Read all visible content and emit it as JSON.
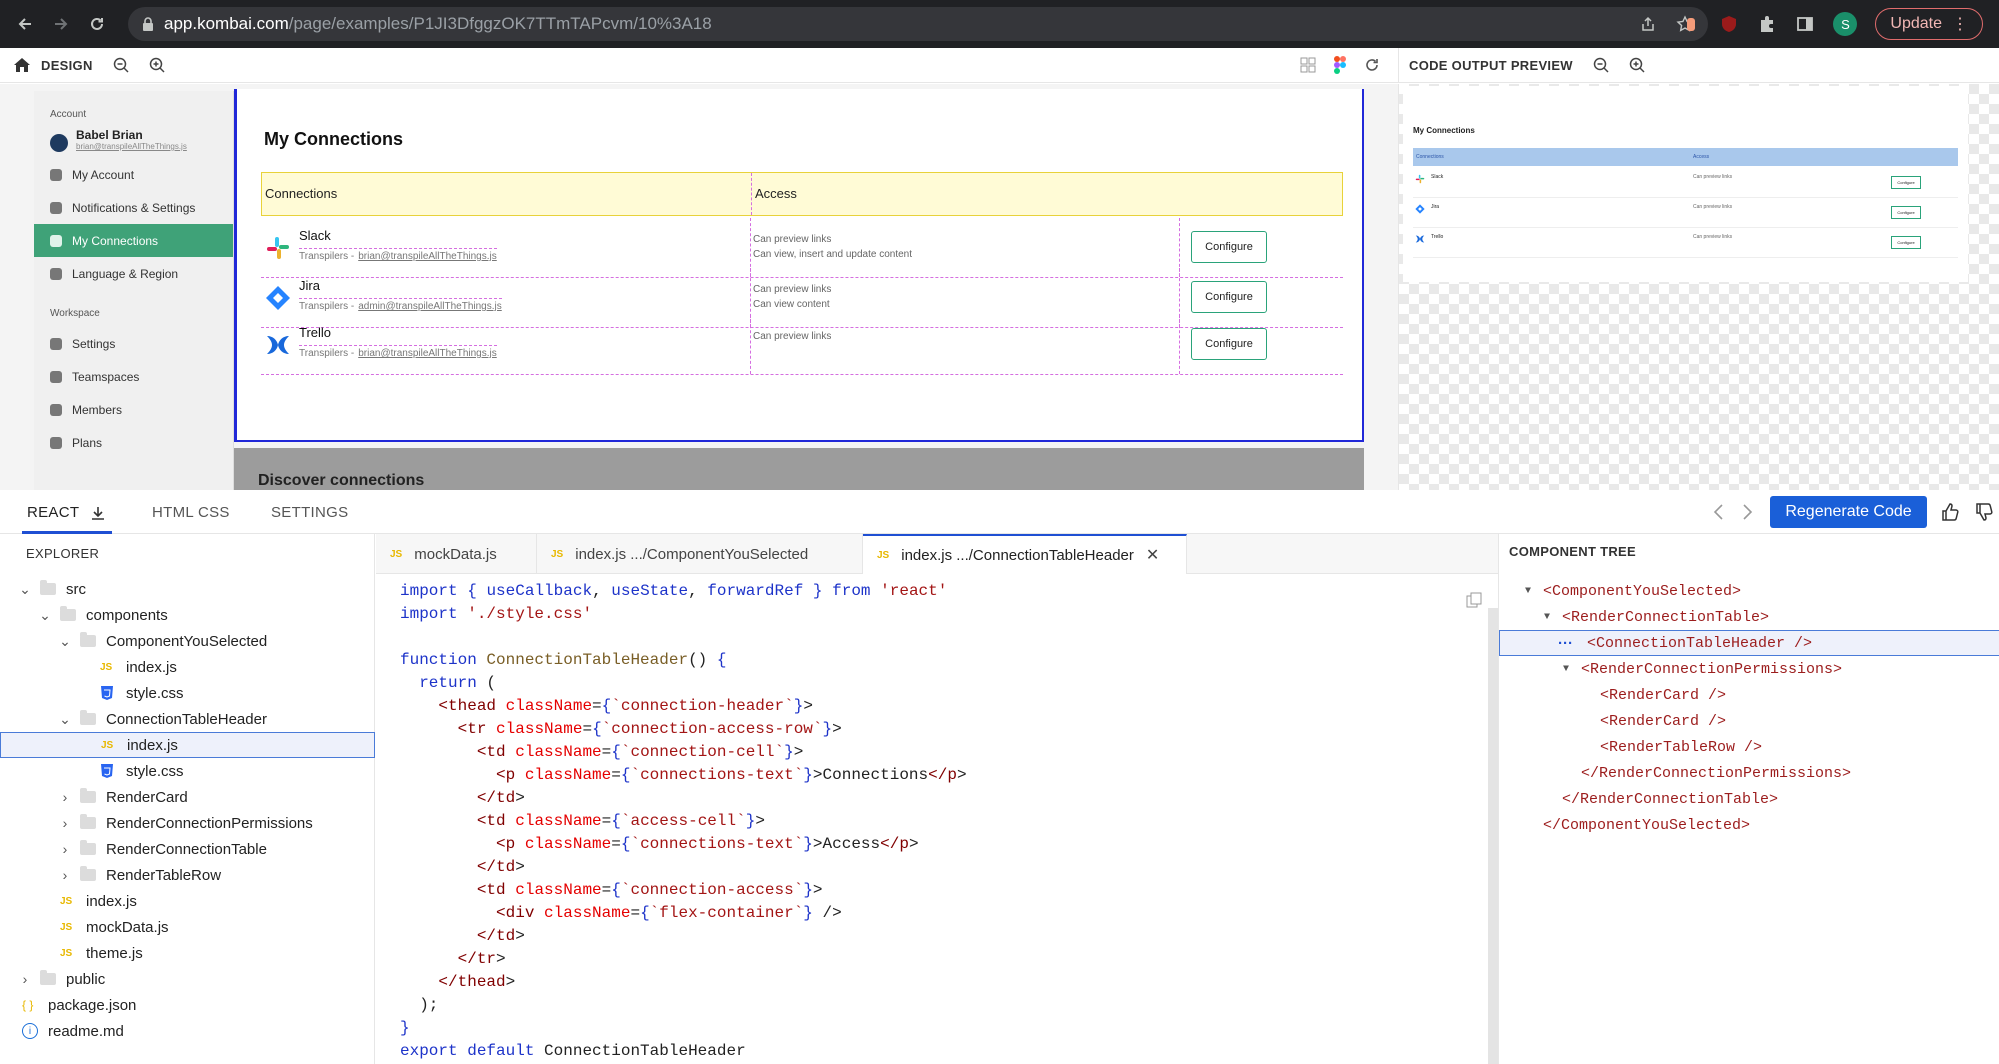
{
  "browser": {
    "url_host": "app.kombai.com",
    "url_path": "/page/examples/P1JI3DfggzOK7TTmTAPcvm/10%3A18",
    "avatar_letter": "S",
    "update_label": "Update"
  },
  "design_bar": {
    "label": "DESIGN"
  },
  "preview_bar": {
    "label": "CODE OUTPUT PREVIEW"
  },
  "mock": {
    "account_section": "Account",
    "user_name": "Babel Brian",
    "user_email": "brian@transpileAllTheThings.js",
    "menu": [
      "My Account",
      "Notifications & Settings",
      "My Connections",
      "Language & Region"
    ],
    "workspace_section": "Workspace",
    "workspace_menu": [
      "Settings",
      "Teamspaces",
      "Members",
      "Plans"
    ],
    "title": "My Connections",
    "col_connections": "Connections",
    "col_access": "Access",
    "rows": [
      {
        "name": "Slack",
        "team": "Transpilers -",
        "email": "brian@transpileAllTheThings.js",
        "perm1": "Can preview links",
        "perm2": "Can view, insert and update content",
        "button": "Configure"
      },
      {
        "name": "Jira",
        "team": "Transpilers -",
        "email": "admin@transpileAllTheThings.js",
        "perm1": "Can preview links",
        "perm2": "Can view  content",
        "button": "Configure"
      },
      {
        "name": "Trello",
        "team": "Transpilers -",
        "email": "brian@transpileAllTheThings.js",
        "perm1": "Can preview links",
        "perm2": "",
        "button": "Configure"
      }
    ],
    "next_section": "Discover connections"
  },
  "preview": {
    "title": "My Connections",
    "col_connections": "Connections",
    "col_access": "Access",
    "rows": [
      {
        "name": "Slack",
        "perm": "Can preview links",
        "button": "Configure"
      },
      {
        "name": "Jira",
        "perm": "Can preview links",
        "button": "Configure"
      },
      {
        "name": "Trello",
        "perm": "Can preview links",
        "button": "Configure"
      }
    ]
  },
  "main_tabs": {
    "react": "REACT",
    "html_css": "HTML CSS",
    "settings": "SETTINGS",
    "regenerate": "Regenerate Code"
  },
  "explorer": {
    "title": "EXPLORER",
    "items": [
      {
        "label": "src",
        "kind": "folder",
        "depth": 0,
        "open": true
      },
      {
        "label": "components",
        "kind": "folder",
        "depth": 1,
        "open": true
      },
      {
        "label": "ComponentYouSelected",
        "kind": "folder",
        "depth": 2,
        "open": true
      },
      {
        "label": "index.js",
        "kind": "js",
        "depth": 3
      },
      {
        "label": "style.css",
        "kind": "css",
        "depth": 3
      },
      {
        "label": "ConnectionTableHeader",
        "kind": "folder",
        "depth": 2,
        "open": true
      },
      {
        "label": "index.js",
        "kind": "js",
        "depth": 3,
        "selected": true
      },
      {
        "label": "style.css",
        "kind": "css",
        "depth": 3
      },
      {
        "label": "RenderCard",
        "kind": "folder",
        "depth": 2,
        "open": false
      },
      {
        "label": "RenderConnectionPermissions",
        "kind": "folder",
        "depth": 2,
        "open": false
      },
      {
        "label": "RenderConnectionTable",
        "kind": "folder",
        "depth": 2,
        "open": false
      },
      {
        "label": "RenderTableRow",
        "kind": "folder",
        "depth": 2,
        "open": false
      },
      {
        "label": "index.js",
        "kind": "js",
        "depth": 1
      },
      {
        "label": "mockData.js",
        "kind": "js",
        "depth": 1
      },
      {
        "label": "theme.js",
        "kind": "js",
        "depth": 1
      },
      {
        "label": "public",
        "kind": "folder",
        "depth": 0,
        "open": false
      },
      {
        "label": "package.json",
        "kind": "json",
        "depth": 0
      },
      {
        "label": "readme.md",
        "kind": "info",
        "depth": 0
      }
    ]
  },
  "editor": {
    "tabs": [
      {
        "label": "mockData.js"
      },
      {
        "label": "index.js .../ComponentYouSelected"
      },
      {
        "label": "index.js .../ConnectionTableHeader",
        "active": true
      }
    ],
    "lines": [
      "import { useCallback, useState, forwardRef } from 'react'",
      "import './style.css'",
      "",
      "function ConnectionTableHeader() {",
      "  return (",
      "    <thead className={`connection-header`}>",
      "      <tr className={`connection-access-row`}>",
      "        <td className={`connection-cell`}>",
      "          <p className={`connections-text`}>Connections</p>",
      "        </td>",
      "        <td className={`access-cell`}>",
      "          <p className={`connections-text`}>Access</p>",
      "        </td>",
      "        <td className={`connection-access`}>",
      "          <div className={`flex-container`} />",
      "        </td>",
      "      </tr>",
      "    </thead>",
      "  );",
      "}",
      "export default ConnectionTableHeader"
    ]
  },
  "component_tree": {
    "title": "COMPONENT TREE",
    "nodes": [
      {
        "label": "<ComponentYouSelected>",
        "depth": 0,
        "chevron": true
      },
      {
        "label": "<RenderConnectionTable>",
        "depth": 1,
        "chevron": true
      },
      {
        "label": "<ConnectionTableHeader />",
        "depth": 2,
        "selected": true
      },
      {
        "label": "<RenderConnectionPermissions>",
        "depth": 2,
        "chevron": true
      },
      {
        "label": "<RenderCard />",
        "depth": 3
      },
      {
        "label": "<RenderCard />",
        "depth": 3
      },
      {
        "label": "<RenderTableRow />",
        "depth": 3
      },
      {
        "label": "</RenderConnectionPermissions>",
        "depth": 2
      },
      {
        "label": "</RenderConnectionTable>",
        "depth": 1
      },
      {
        "label": "</ComponentYouSelected>",
        "depth": 0
      }
    ]
  },
  "colors": {
    "accent": "#1a5fd8",
    "selection_border": "#2128d8",
    "active_menu": "#3fa278"
  }
}
